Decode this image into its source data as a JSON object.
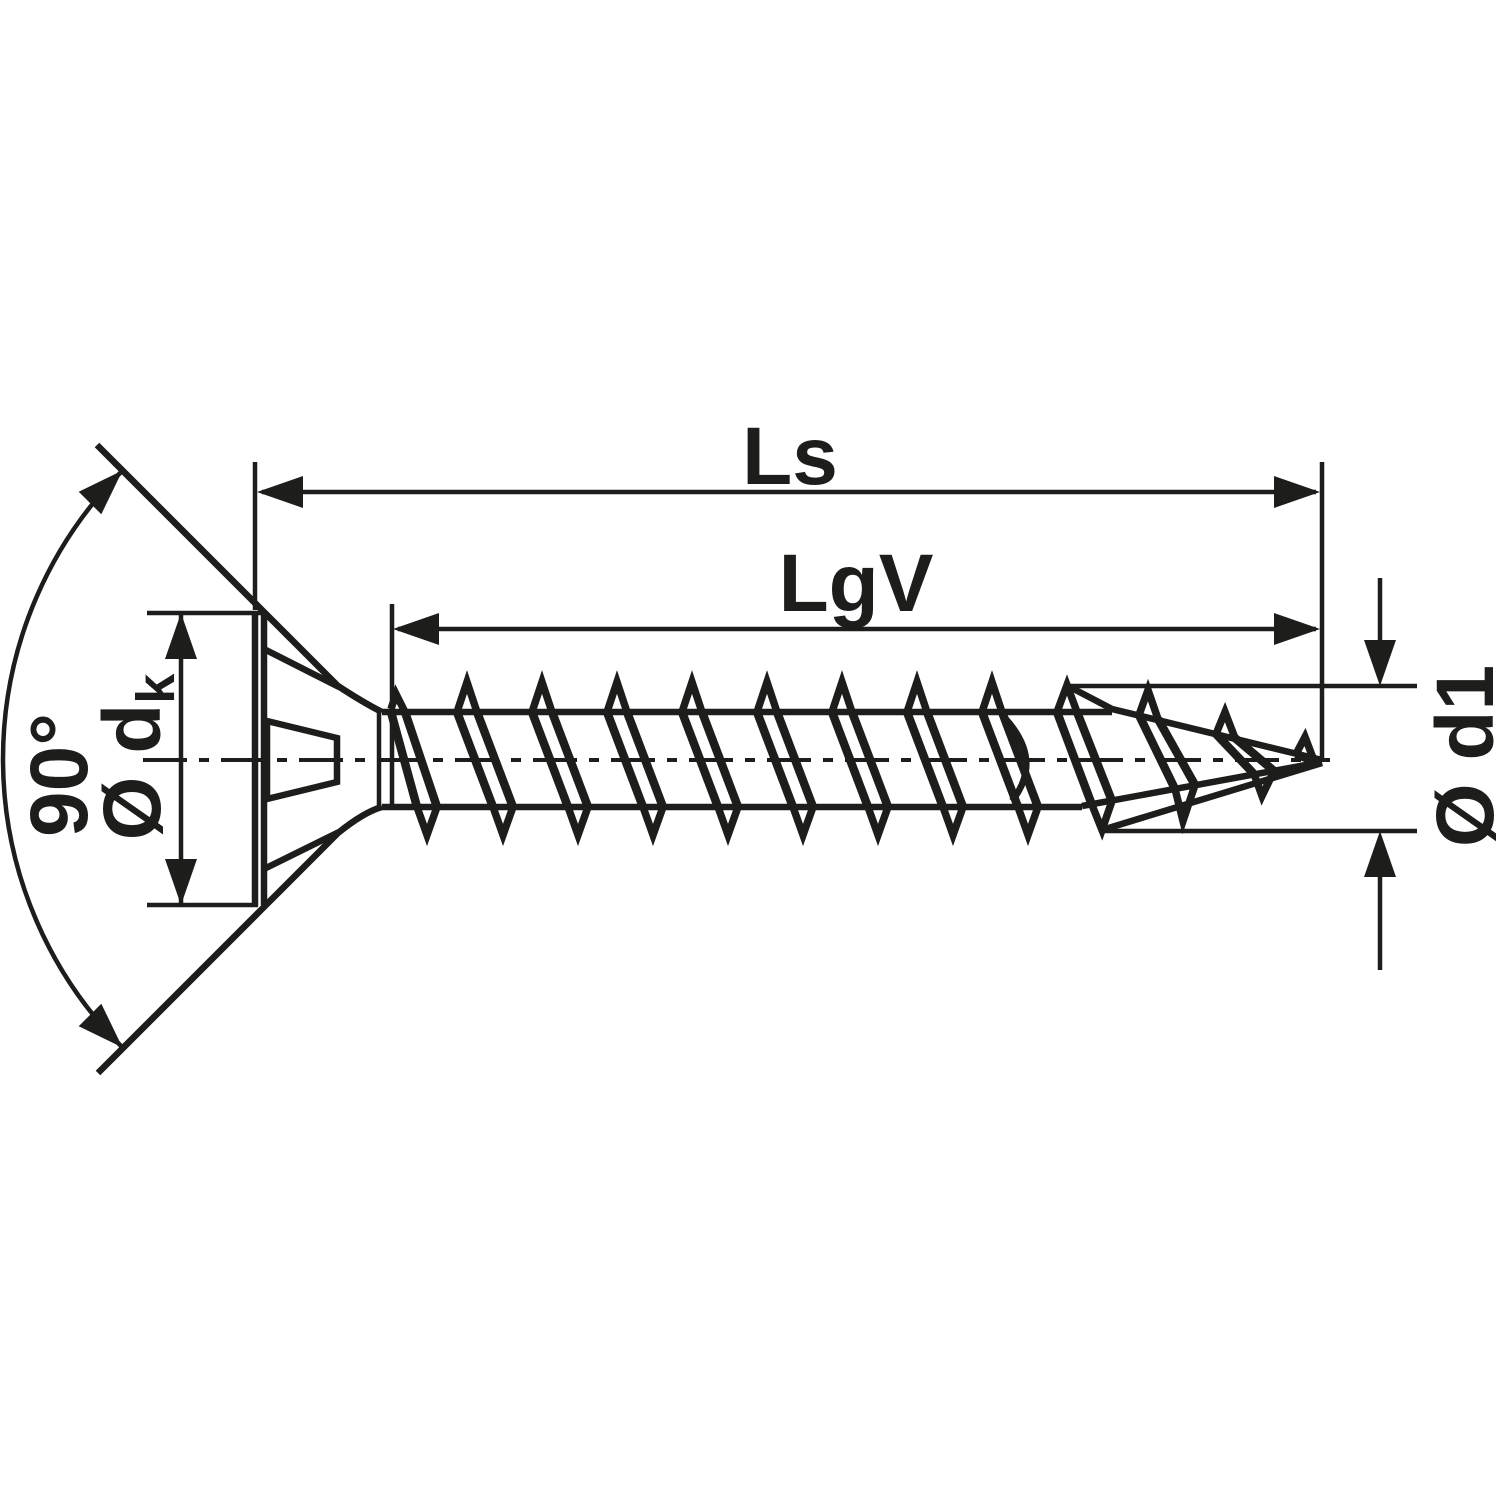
{
  "diagram": {
    "type": "technical-drawing",
    "subject": "countersunk wood screw, side view with dimensioning",
    "colors": {
      "ink": "#1d1d1b",
      "background": "#ffffff"
    },
    "labels": {
      "total_length": "Ls",
      "thread_length": "LgV",
      "head_angle": "90°",
      "head_diameter_main": "Ø d",
      "head_diameter_sub": "k",
      "core_diameter": "Ø d1"
    }
  }
}
